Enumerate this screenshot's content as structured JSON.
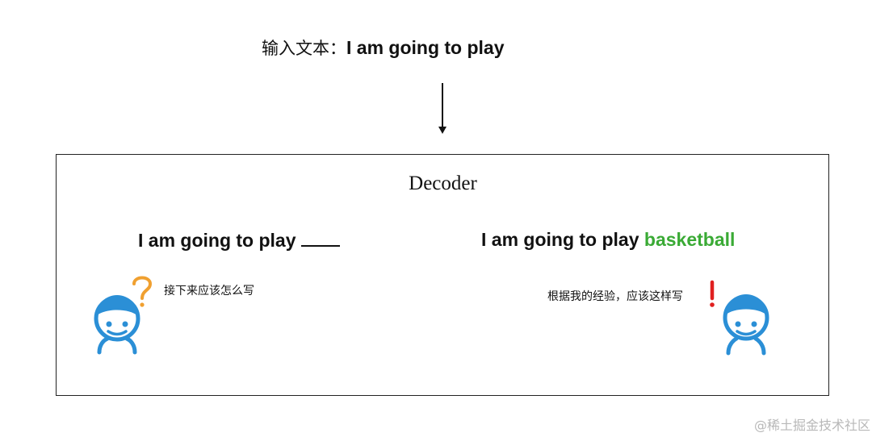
{
  "input": {
    "label": "输入文本：",
    "text": "I am going to play"
  },
  "decoder": {
    "title": "Decoder",
    "left": {
      "sentence": "I am going to play",
      "thought": "接下来应该怎么写",
      "mark": "?"
    },
    "right": {
      "sentence_prefix": "I am going to play",
      "sentence_prediction": "basketball",
      "thought": "根据我的经验，应该这样写",
      "mark": "!"
    }
  },
  "colors": {
    "prediction": "#3aaa35",
    "character": "#2b8fd6",
    "question_mark": "#f0a030",
    "exclamation_mark": "#e02020"
  },
  "watermark": "@稀土掘金技术社区"
}
